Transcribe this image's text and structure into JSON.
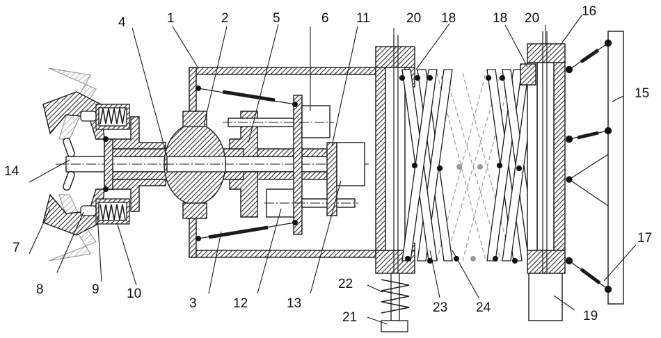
{
  "diagram": {
    "colors": {
      "line": "#1a1a1a",
      "hatch": "#2b2b2b",
      "ghost": "#9a9a9a",
      "pin": "#111111"
    },
    "labels": [
      {
        "id": "1",
        "text": "1"
      },
      {
        "id": "2",
        "text": "2"
      },
      {
        "id": "3",
        "text": "3"
      },
      {
        "id": "4",
        "text": "4"
      },
      {
        "id": "5",
        "text": "5"
      },
      {
        "id": "6",
        "text": "6"
      },
      {
        "id": "7",
        "text": "7"
      },
      {
        "id": "8",
        "text": "8"
      },
      {
        "id": "9",
        "text": "9"
      },
      {
        "id": "10",
        "text": "10"
      },
      {
        "id": "11",
        "text": "11"
      },
      {
        "id": "12",
        "text": "12"
      },
      {
        "id": "13",
        "text": "13"
      },
      {
        "id": "14",
        "text": "14"
      },
      {
        "id": "15",
        "text": "15"
      },
      {
        "id": "16",
        "text": "16"
      },
      {
        "id": "17",
        "text": "17"
      },
      {
        "id": "18a",
        "text": "18"
      },
      {
        "id": "18b",
        "text": "18"
      },
      {
        "id": "19",
        "text": "19"
      },
      {
        "id": "20a",
        "text": "20"
      },
      {
        "id": "20b",
        "text": "20"
      },
      {
        "id": "21",
        "text": "21"
      },
      {
        "id": "22",
        "text": "22"
      },
      {
        "id": "23",
        "text": "23"
      },
      {
        "id": "24",
        "text": "24"
      }
    ]
  }
}
